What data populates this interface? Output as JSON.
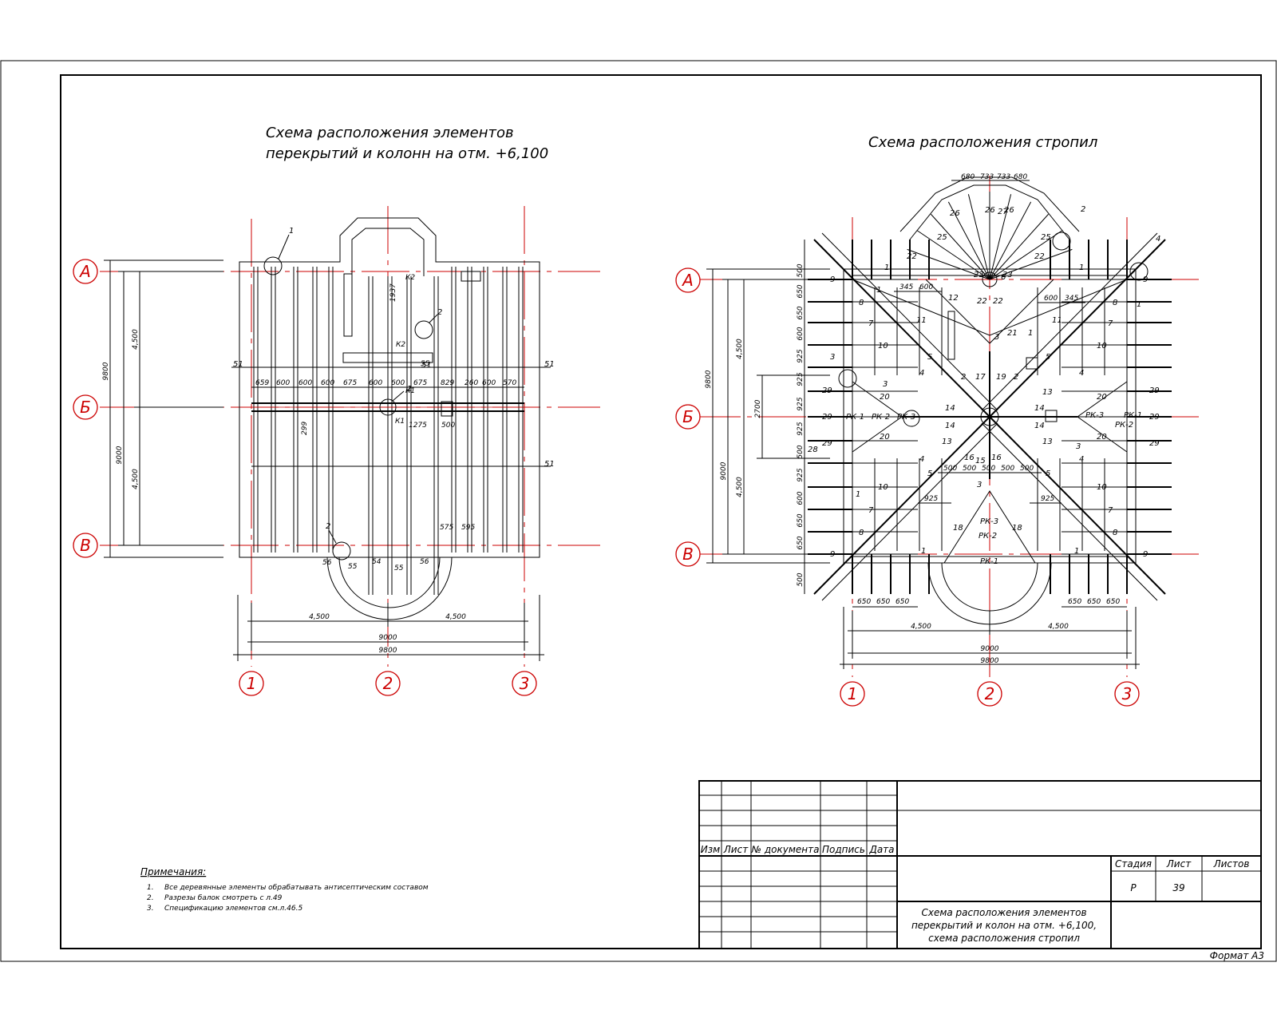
{
  "sheet": {
    "format_label": "Формат А3"
  },
  "left_drawing": {
    "title_line1": "Схема расположения элементов",
    "title_line2": "перекрытий и колонн на отм. +6,100",
    "axis_rows": [
      "А",
      "Б",
      "В"
    ],
    "axis_cols": [
      "1",
      "2",
      "3"
    ],
    "dims_bottom": [
      "4,500",
      "4,500",
      "9000",
      "9800"
    ],
    "dims_left": [
      "9800",
      "4,500",
      "9000",
      "4,500"
    ],
    "beam_spacing_labels": [
      "659",
      "600",
      "600",
      "600",
      "675",
      "600",
      "600",
      "675",
      "829",
      "260",
      "600",
      "570"
    ],
    "beam_marks": [
      "51",
      "51",
      "51",
      "51"
    ],
    "misc_labels": [
      "1937",
      "К2",
      "К2",
      "К1",
      "К1",
      "1275",
      "500",
      "575",
      "595",
      "299",
      "56",
      "55",
      "54",
      "55",
      "56",
      "55"
    ],
    "callouts": [
      "1",
      "2",
      "2",
      "1"
    ]
  },
  "right_drawing": {
    "title": "Схема расположения стропил",
    "axis_rows": [
      "А",
      "Б",
      "В"
    ],
    "axis_cols": [
      "1",
      "2",
      "3"
    ],
    "dims_bottom": [
      "4,500",
      "4,500",
      "9000",
      "9800"
    ],
    "dims_left": [
      "9800",
      "9000",
      "4,500",
      "4,500",
      "2700"
    ],
    "top_dims": [
      "680",
      "733",
      "733",
      "680"
    ],
    "element_marks": [
      "9",
      "8",
      "7",
      "10",
      "4",
      "29",
      "13",
      "14",
      "20",
      "5",
      "1",
      "11",
      "22",
      "23",
      "25",
      "26",
      "27",
      "28",
      "3",
      "2",
      "17",
      "18",
      "19",
      "12",
      "21",
      "6",
      "16",
      "15"
    ],
    "ridge_labels": [
      "РК-1",
      "РК-2",
      "РК-3"
    ],
    "small_dims": [
      "650",
      "650",
      "650",
      "925",
      "925",
      "500",
      "345",
      "600"
    ],
    "callouts": [
      "1",
      "2",
      "3",
      "4"
    ]
  },
  "notes": {
    "heading": "Примечания:",
    "items": [
      {
        "num": "1.",
        "text": "Все деревянные элементы обрабатывать антисептическим составом"
      },
      {
        "num": "2.",
        "text": "Разрезы балок смотреть с л.49"
      },
      {
        "num": "3.",
        "text": "Спецификацию элементов см.л.46.5"
      }
    ]
  },
  "title_block": {
    "col_headers": [
      "Изм",
      "Лист",
      "№ документа",
      "Подпись",
      "Дата"
    ],
    "stage_header": "Стадия",
    "sheet_header": "Лист",
    "sheets_header": "Листов",
    "stage_value": "Р",
    "sheet_value": "39",
    "sheets_value": "",
    "title_line1": "Схема расположения элементов",
    "title_line2": "перекрытий и колон на отм. +6,100,",
    "title_line3": "схема расположения стропил"
  }
}
